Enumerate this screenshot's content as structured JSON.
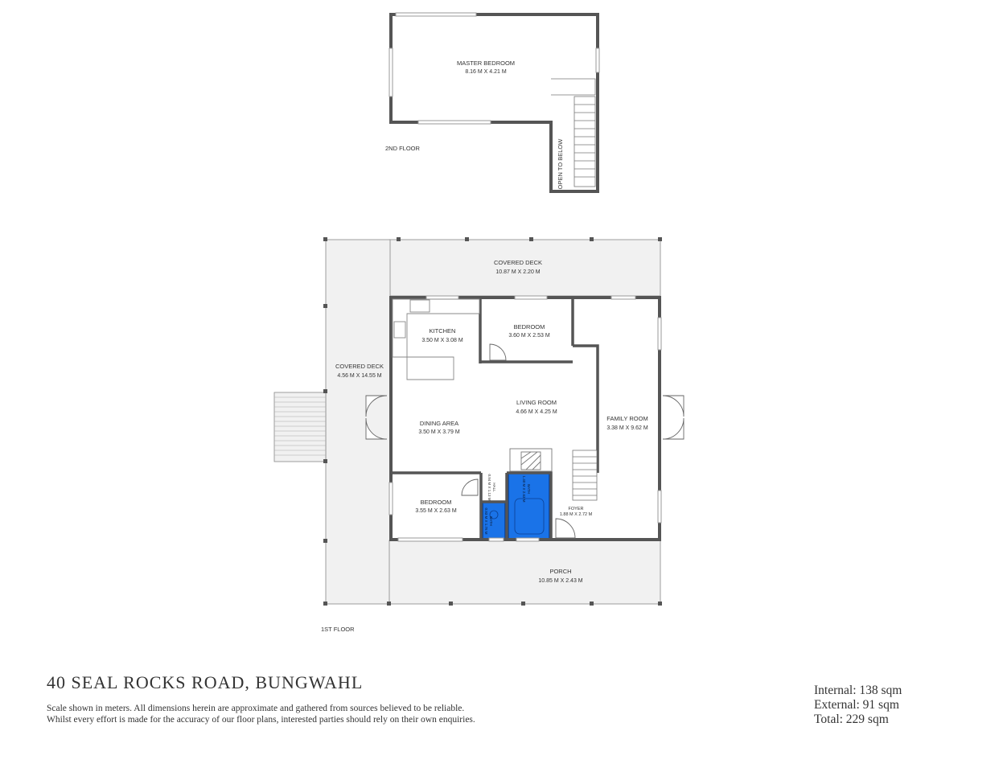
{
  "floors": {
    "second": {
      "label": "2ND FLOOR",
      "rooms": {
        "master_bedroom": {
          "name": "MASTER BEDROOM",
          "dims": "8.16 M X 4.21 M"
        },
        "open_to_below": {
          "name": "OPEN TO BELOW"
        }
      }
    },
    "first": {
      "label": "1ST FLOOR",
      "rooms": {
        "covered_deck_top": {
          "name": "COVERED DECK",
          "dims": "10.87 M X 2.20 M"
        },
        "covered_deck_side": {
          "name": "COVERED DECK",
          "dims": "4.56 M X 14.55 M"
        },
        "kitchen": {
          "name": "KITCHEN",
          "dims": "3.50 M X 3.08 M"
        },
        "bedroom_top": {
          "name": "BEDROOM",
          "dims": "3.60 M X 2.53 M"
        },
        "living_room": {
          "name": "LIVING ROOM",
          "dims": "4.66 M X 4.25 M"
        },
        "dining_area": {
          "name": "DINING AREA",
          "dims": "3.50 M X 3.79 M"
        },
        "family_room": {
          "name": "FAMILY ROOM",
          "dims": "3.38 M X 9.62 M"
        },
        "bedroom_bottom": {
          "name": "BEDROOM",
          "dims": "3.55 M X 2.63 M"
        },
        "hall": {
          "name": "HALL",
          "dims": "0.94 M X 1.13 M"
        },
        "bath_small": {
          "name": "BATH",
          "dims": "0.93 M X 1.76 M"
        },
        "bath_large": {
          "name": "BATH",
          "dims": "1.40 M X 2.63 M"
        },
        "foyer": {
          "name": "FOYER",
          "dims": "1.88 M X 2.72 M"
        },
        "porch": {
          "name": "PORCH",
          "dims": "10.85 M X 2.43 M"
        }
      }
    }
  },
  "footer": {
    "address": "40 SEAL ROCKS ROAD, BUNGWAHL",
    "disclaimer_line1": "Scale shown in meters. All dimensions herein are approximate and gathered from sources believed to be  reliable.",
    "disclaimer_line2": "Whilst every effort is made for the accuracy of our floor plans, interested parties should rely on their own enquiries.",
    "internal": "Internal: 138 sqm",
    "external": "External: 91 sqm",
    "total": "Total: 229 sqm"
  },
  "colors": {
    "wall": "#555555",
    "deck_fill": "#f1f1f1",
    "bath_fill": "#1a73e8",
    "bath_stroke": "#0b3f91",
    "text": "#333333"
  }
}
